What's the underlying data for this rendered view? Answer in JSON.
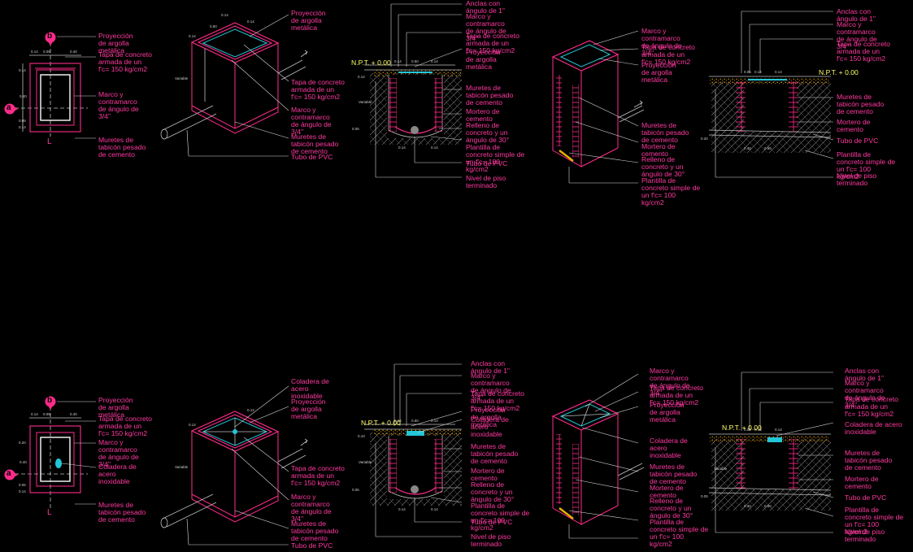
{
  "sections": {
    "top": {
      "plan": {
        "sym_b": "b",
        "sym_a": "a",
        "cut_mark": "L",
        "labels": {
          "proyeccion": "Proyección\nde argolla\nmetálica",
          "tapa": "Tapa de concreto\narmada de un\nf'c= 150 kg/cm2",
          "marco": "Marco y\ncontramarco\nde ángulo de\n3/4\"",
          "muretes": "Muretes de\ntabicón pesado\nde cemento"
        }
      },
      "isometric": {
        "labels": {
          "proyeccion": "Proyección\nde argolla\nmetálica",
          "tapa": "Tapa de concreto\narmada de un\nf'c= 150 kg/cm2",
          "marco": "Marco y\ncontramarco\nde ángulo de\n3/4\"",
          "muretes": "Muretes de\ntabicón pesado\nde cemento",
          "tubo": "Tubo de PVC"
        }
      },
      "section_a": {
        "npt": "N.P.T. + 0.00",
        "labels": {
          "anclas": "Anclas con\nángulo de 1\"",
          "marco": "Marco y\ncontramarco\nde ángulo de\n3/4\"",
          "tapa": "Tapa de concreto\narmada de un\nf'c= 150 kg/cm2",
          "proyeccion": "Proyección\nde argolla\nmetálica",
          "muretes": "Muretes de\ntabicón pesado\nde cemento",
          "mortero": "Mortero de\ncemento",
          "relleno": "Relleno de\nconcreto y un\nángulo de 30°",
          "plantilla": "Plantilla de\nconcreto simple de\nun f'c= 100\nkg/cm2",
          "tubo": "Tubo de PVC",
          "nivel": "Nivel de piso\nterminado"
        }
      },
      "cutaway": {
        "labels": {
          "marco": "Marco y\ncontramarco\nde ángulo de\n3/4\"",
          "tapa": "Tapa de concreto\narmada de un\nf'c= 150 kg/cm2",
          "proyeccion": "Proyección\nde argolla\nmetálica",
          "muretes": "Muretes de\ntabicón pesado\nde cemento",
          "mortero": "Mortero de\ncemento",
          "relleno": "Relleno de\nconcreto y un\nángulo de 30°",
          "plantilla": "Plantilla de\nconcreto simple de\nun f'c= 100\nkg/cm2"
        }
      },
      "section_b": {
        "npt": "N.P.T. + 0.00",
        "labels": {
          "anclas": "Anclas con\nángulo de 1\"",
          "marco": "Marco y\ncontramarco\nde ángulo de\n3/4\"",
          "tapa": "Tapa de concreto\narmada de un\nf'c= 150 kg/cm2",
          "muretes": "Muretes de\ntabicón pesado\nde cemento",
          "mortero": "Mortero de\ncemento",
          "tubo": "Tubo de PVC",
          "plantilla": "Plantilla de\nconcreto simple de\nun f'c= 100\nkg/cm2",
          "nivel": "Nivel de piso\nterminado"
        }
      }
    },
    "bottom": {
      "plan": {
        "sym_b": "b",
        "sym_a": "a",
        "cut_mark": "L",
        "labels": {
          "proyeccion": "Proyección\nde argolla\nmetálica",
          "tapa": "Tapa de concreto\narmada de un\nf'c= 150 kg/cm2",
          "marco": "Marco y\ncontramarco\nde ángulo de\n3/4\"",
          "coladera": "Coladera de\nacero\ninoxidable",
          "muretes": "Muretes de\ntabicón pesado\nde cemento"
        }
      },
      "isometric": {
        "labels": {
          "coladera": "Coladera de\nacero\ninoxidable",
          "proyeccion": "Proyección\nde argolla\nmetálica",
          "tapa": "Tapa de concreto\narmada de un\nf'c= 150 kg/cm2",
          "marco": "Marco y\ncontramarco\nde ángulo de\n3/4\"",
          "muretes": "Muretes de\ntabicón pesado\nde cemento",
          "tubo": "Tubo de PVC"
        }
      },
      "section_a": {
        "npt": "N.P.T. + 0.00",
        "labels": {
          "anclas": "Anclas con\nángulo de 1\"",
          "marco": "Marco y\ncontramarco\nde ángulo de\n3/4\"",
          "tapa": "Tapa de concreto\narmada de un\nf'c= 150 kg/cm2",
          "proyeccion": "Proyección\nde argolla\nmetálica",
          "coladera": "Coladera de\nacero\ninoxidable",
          "muretes": "Muretes de\ntabicón pesado\nde cemento",
          "mortero": "Mortero de\ncemento",
          "relleno": "Relleno de\nconcreto y un\nángulo de 30°",
          "plantilla": "Plantilla de\nconcreto simple de\nun f'c= 100\nkg/cm2",
          "tubo": "Tubo de PVC",
          "nivel": "Nivel de piso\nterminado"
        }
      },
      "cutaway": {
        "labels": {
          "marco": "Marco y\ncontramarco\nde ángulo de\n3/4\"",
          "tapa": "Tapa de concreto\narmada de un\nf'c= 150 kg/cm2",
          "proyeccion": "Proyección\nde argolla\nmetálica",
          "coladera": "Coladera de\nacero\ninoxidable",
          "muretes": "Muretes de\ntabicón pesado\nde cemento",
          "mortero": "Mortero de\ncemento",
          "relleno": "Relleno de\nconcreto y un\nángulo de 30°",
          "plantilla": "Plantilla de\nconcreto simple de\nun f'c= 100\nkg/cm2"
        }
      },
      "section_b": {
        "npt": "N.P.T. + 0.00",
        "labels": {
          "anclas": "Anclas con\nángulo de 1\"",
          "marco": "Marco y\ncontramarco\nde ángulo de\n3/4\"",
          "tapa": "Tapa de concreto\narmada de un\nf'c= 150 kg/cm2",
          "coladera": "Coladera de acero\ninoxidable",
          "muretes": "Muretes de\ntabicón pesado\nde cemento",
          "mortero": "Mortero de\ncemento",
          "tubo": "Tubo de PVC",
          "plantilla": "Plantilla de\nconcreto simple de\nun f'c= 100\nkg/cm2",
          "nivel": "Nivel de piso\nterminado"
        }
      }
    }
  },
  "dimensions": {
    "d_014": "0.14",
    "d_060": "0.60",
    "d_040": "0.40",
    "d_010": "0.10",
    "d_020": "0.20",
    "d_005": "0.05",
    "variable": "Variable"
  },
  "colors": {
    "background": "#000000",
    "annotation": "#ff3aa0",
    "npt_text": "#ffff66",
    "cover": "#23c6d8",
    "leader": "#d8d8d8",
    "gravel": "#e6b000"
  }
}
